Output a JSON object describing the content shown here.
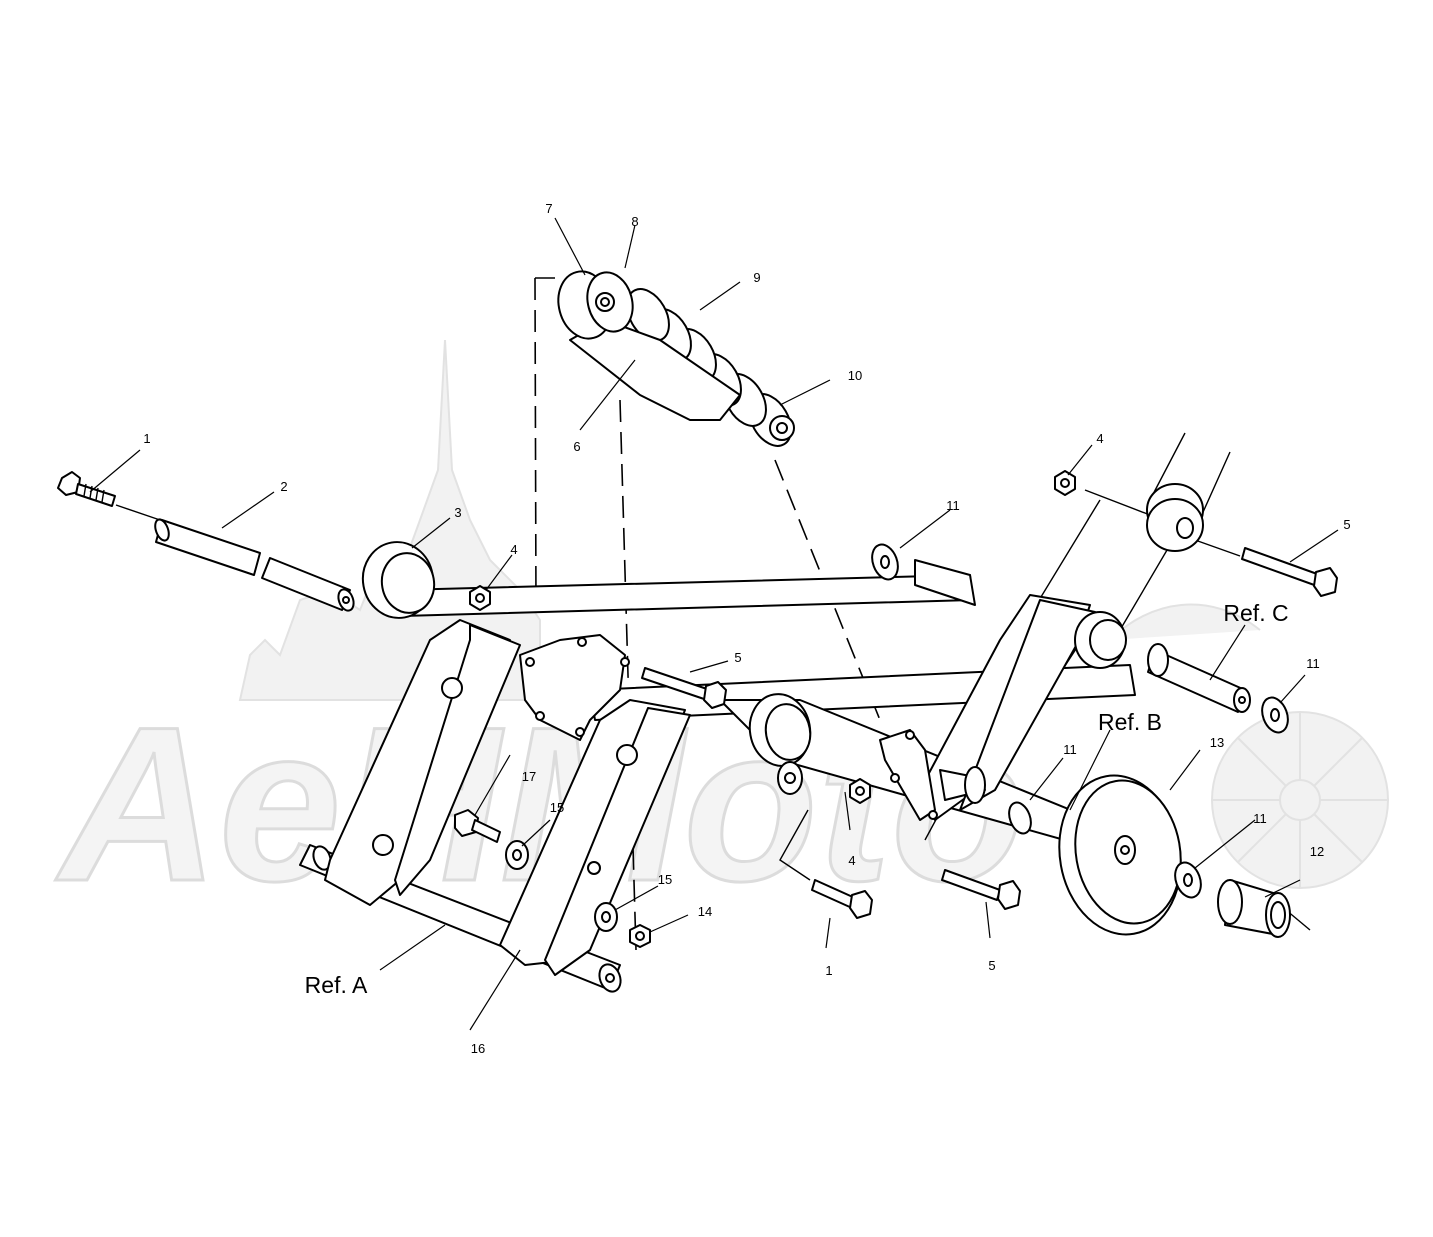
{
  "watermark": {
    "text": "AeHMoto"
  },
  "callouts": {
    "c1a": "1",
    "c1b": "1",
    "c2": "2",
    "c3": "3",
    "c4a": "4",
    "c4b": "4",
    "c4c": "4",
    "c5a": "5",
    "c5b": "5",
    "c5c": "5",
    "c6": "6",
    "c7": "7",
    "c8": "8",
    "c9": "9",
    "c10": "10",
    "c11a": "11",
    "c11b": "11",
    "c11c": "11",
    "c11d": "11",
    "c12": "12",
    "c13": "13",
    "c14": "14",
    "c15a": "15",
    "c15b": "15",
    "c16": "16",
    "c17": "17"
  },
  "refs": {
    "a": "Ref. A",
    "b": "Ref. B",
    "c": "Ref. C"
  }
}
